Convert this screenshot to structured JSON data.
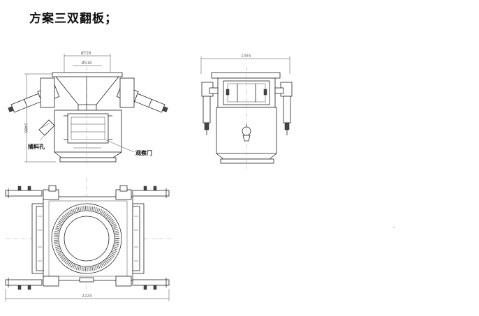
{
  "title": "方案三双翻板；",
  "front_view": {
    "dim_outer": "Ø720",
    "dim_inner": "Ø518",
    "dim_height": "1400",
    "label_poke_hole": "捅料孔",
    "label_inspection_door": "观察门"
  },
  "side_view": {
    "dim_width": "1355"
  },
  "top_view": {
    "dim_width": "2224"
  }
}
